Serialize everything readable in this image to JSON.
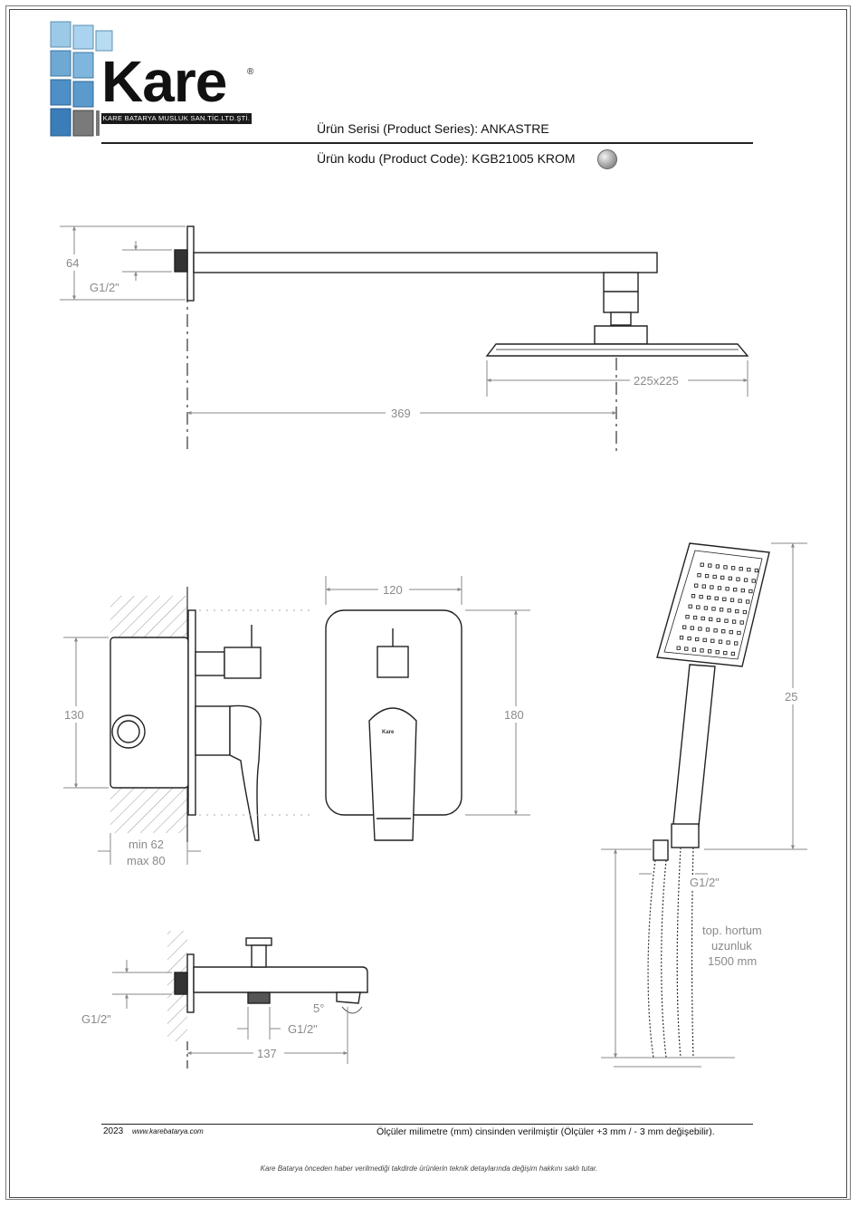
{
  "header": {
    "brand": "Kare",
    "registered": "®",
    "company": "KARE BATARYA MUSLUK SAN.TİC.LTD.ŞTİ.",
    "series_line": "Ürün Serisi (Product Series): ANKASTRE",
    "code_line": "Ürün kodu (Product Code): KGB21005  KROM",
    "finish_swatch_color": "#a8a8a8"
  },
  "dimensions": {
    "head_height": "64",
    "head_thread": "G1/2\"",
    "head_size": "225x225",
    "arm_length": "369",
    "plate_width": "120",
    "plate_height": "180",
    "box_height": "130",
    "depth_min": "min 62",
    "depth_max": "max 80",
    "hand_length": "25",
    "hose_thread": "G1/2\"",
    "hose_label_1": "top. hortum",
    "hose_label_2": "uzunluk",
    "hose_label_3": "1500 mm",
    "spout_thread_wall": "G1/2\"",
    "spout_thread_outlet": "G1/2\"",
    "spout_angle": "5°",
    "spout_length": "137"
  },
  "mixer_badge": "Kare",
  "footer": {
    "year": "2023",
    "website": "www.karebatarya.com",
    "note": "Ölçüler milimetre (mm) cinsinden verilmiştir (Ölçüler  +3 mm / - 3 mm değişebilir).",
    "disclaimer": "Kare Batarya önceden haber verilmediği takdirde ürünlerin teknik detaylarında değişim hakkını saklı tutar."
  }
}
